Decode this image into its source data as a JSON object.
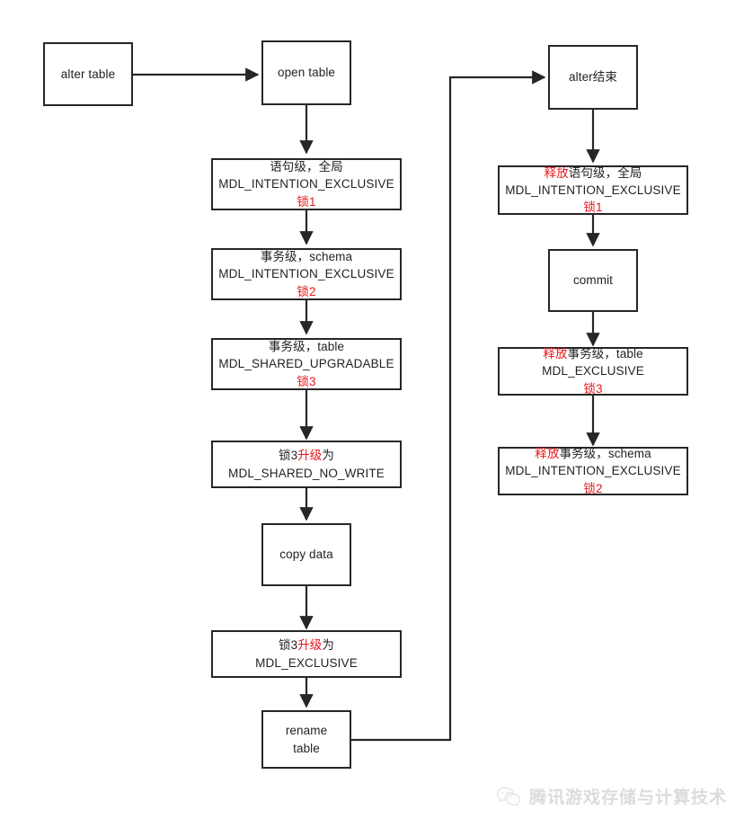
{
  "diagram": {
    "title": "MySQL alter table MDL lock flow",
    "colors": {
      "stroke": "#262626",
      "highlight": "#e8161a",
      "background": "#ffffff",
      "text": "#231f20"
    },
    "nodes": {
      "alter_table": {
        "lines": [
          {
            "text": "alter table",
            "red": false
          }
        ]
      },
      "open_table": {
        "lines": [
          {
            "text": "open table",
            "red": false
          }
        ]
      },
      "lock1_acquire": {
        "lines": [
          {
            "text": "语句级，全局",
            "red": false
          },
          {
            "text": "MDL_INTENTION_EXCLUSIVE",
            "red": false
          },
          {
            "text": "锁1",
            "red": true
          }
        ]
      },
      "lock2_acquire": {
        "lines": [
          {
            "text": "事务级，schema",
            "red": false
          },
          {
            "text": "MDL_INTENTION_EXCLUSIVE",
            "red": false
          },
          {
            "text": "锁2",
            "red": true
          }
        ]
      },
      "lock3_acquire": {
        "lines": [
          {
            "text": "事务级，table",
            "red": false
          },
          {
            "text": "MDL_SHARED_UPGRADABLE",
            "red": false
          },
          {
            "text": "锁3",
            "red": true
          }
        ]
      },
      "lock3_upgrade_no_write": {
        "lines_mixed": [
          [
            {
              "text": "锁3",
              "red": false
            },
            {
              "text": "升级",
              "red": true
            },
            {
              "text": "为",
              "red": false
            }
          ],
          [
            {
              "text": "MDL_SHARED_NO_WRITE",
              "red": false
            }
          ]
        ]
      },
      "copy_data": {
        "lines": [
          {
            "text": "copy data",
            "red": false
          }
        ]
      },
      "lock3_upgrade_exclusive": {
        "lines_mixed": [
          [
            {
              "text": "锁3",
              "red": false
            },
            {
              "text": "升级",
              "red": true
            },
            {
              "text": "为",
              "red": false
            }
          ],
          [
            {
              "text": "MDL_EXCLUSIVE",
              "red": false
            }
          ]
        ]
      },
      "rename_table": {
        "lines": [
          {
            "text": "rename",
            "red": false
          },
          {
            "text": "table",
            "red": false
          }
        ]
      },
      "alter_finish": {
        "lines": [
          {
            "text": "alter结束",
            "red": false
          }
        ]
      },
      "lock1_release": {
        "lines_mixed": [
          [
            {
              "text": "释放",
              "red": true
            },
            {
              "text": "语句级，全局",
              "red": false
            }
          ],
          [
            {
              "text": "MDL_INTENTION_EXCLUSIVE",
              "red": false
            }
          ],
          [
            {
              "text": "锁1",
              "red": true
            }
          ]
        ]
      },
      "commit": {
        "lines": [
          {
            "text": "commit",
            "red": false
          }
        ]
      },
      "lock3_release": {
        "lines_mixed": [
          [
            {
              "text": "释放",
              "red": true
            },
            {
              "text": "事务级，table",
              "red": false
            }
          ],
          [
            {
              "text": "MDL_EXCLUSIVE",
              "red": false
            }
          ],
          [
            {
              "text": "锁3",
              "red": true
            }
          ]
        ]
      },
      "lock2_release": {
        "lines_mixed": [
          [
            {
              "text": "释放",
              "red": true
            },
            {
              "text": "事务级，schema",
              "red": false
            }
          ],
          [
            {
              "text": "MDL_INTENTION_EXCLUSIVE",
              "red": false
            }
          ],
          [
            {
              "text": "锁2",
              "red": true
            }
          ]
        ]
      }
    },
    "watermark": {
      "text": "腾讯游戏存储与计算技术",
      "icon": "wechat-icon"
    }
  }
}
